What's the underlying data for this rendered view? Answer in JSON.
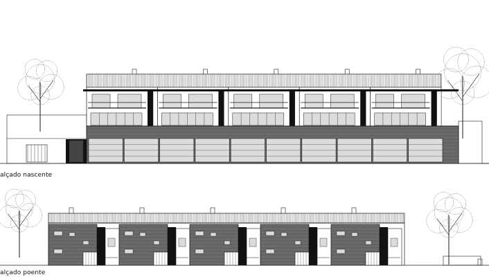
{
  "drawing": {
    "elevation_east_label": "alçado nascente",
    "elevation_west_label": "alçado poente"
  },
  "colors": {
    "line": "#1a1a1a",
    "cladding": "#6b6b6b",
    "dark": "#111111",
    "glass": "#dcdcdc",
    "tree": "#555555"
  },
  "units": {
    "east_count": 5,
    "east_garage_doors": 10,
    "west_count": 5
  }
}
